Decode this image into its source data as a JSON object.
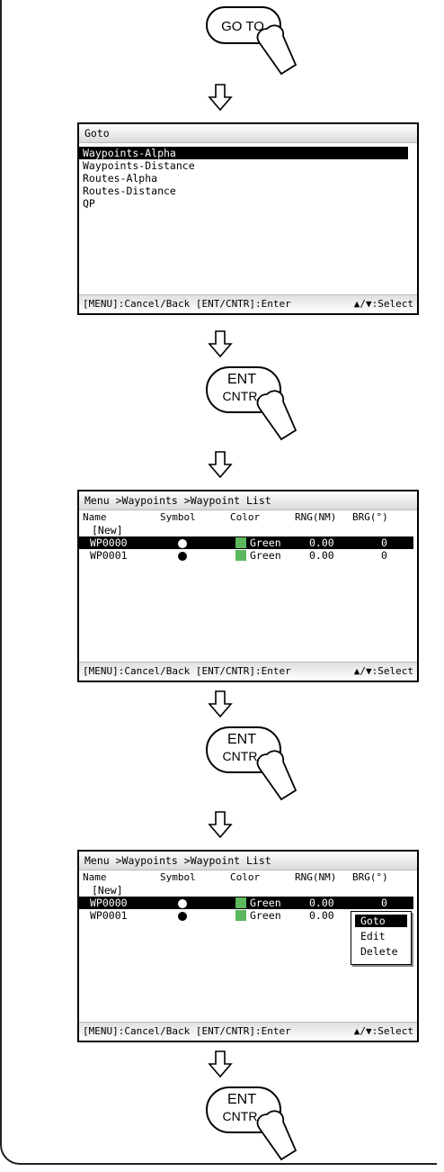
{
  "step_buttons": {
    "goto_key": "GO TO",
    "ent_key_line1": "ENT",
    "ent_key_line2": "CNTR"
  },
  "screen1": {
    "title": "Goto",
    "items": [
      "Waypoints-Alpha",
      "Waypoints-Distance",
      "Routes-Alpha",
      "Routes-Distance",
      "QP"
    ],
    "selected_index": 0
  },
  "footer": {
    "left": "[MENU]:Cancel/Back [ENT/CNTR]:Enter",
    "right": "▲/▼:Select"
  },
  "waypoint_list": {
    "title": "Menu >Waypoints >Waypoint List",
    "columns": [
      "Name",
      "Symbol",
      "Color",
      "RNG(NM)",
      "BRG(°)"
    ],
    "new_entry": "[New]",
    "rows": [
      {
        "name": "WP0000",
        "color": "Green",
        "rng": "0.00",
        "brg": "0"
      },
      {
        "name": "WP0001",
        "color": "Green",
        "rng": "0.00",
        "brg": "0"
      }
    ],
    "color_swatch": "#5cb85c"
  },
  "popup_menu": {
    "items": [
      "Goto",
      "Edit",
      "Delete"
    ],
    "selected_index": 0
  }
}
